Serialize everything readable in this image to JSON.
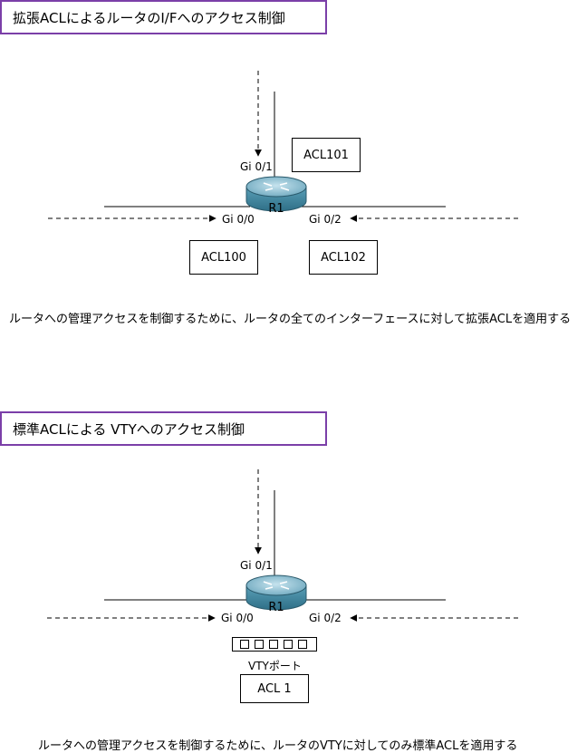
{
  "section1": {
    "title": "拡張ACLによるルータのI/Fへのアクセス制御",
    "router_label": "R1",
    "interfaces": {
      "top": "Gi 0/1",
      "left": "Gi 0/0",
      "right": "Gi 0/2"
    },
    "acl_top": "ACL101",
    "acl_left": "ACL100",
    "acl_right": "ACL102",
    "description": "ルータへの管理アクセスを制御するために、ルータの全てのインターフェースに対して拡張ACLを適用する"
  },
  "section2": {
    "title": "標準ACLによる VTYへのアクセス制御",
    "router_label": "R1",
    "interfaces": {
      "top": "Gi 0/1",
      "left": "Gi 0/0",
      "right": "Gi 0/2"
    },
    "vty_label": "VTYポート",
    "acl": "ACL 1",
    "description": "ルータへの管理アクセスを制御するために、ルータのVTYに対してのみ標準ACLを適用する"
  },
  "colors": {
    "title_border": "#7b3fa8",
    "router_body": "#4a8fa8",
    "router_top": "#8fc3d6"
  },
  "icons": [
    "router-icon",
    "arrow-icon"
  ]
}
